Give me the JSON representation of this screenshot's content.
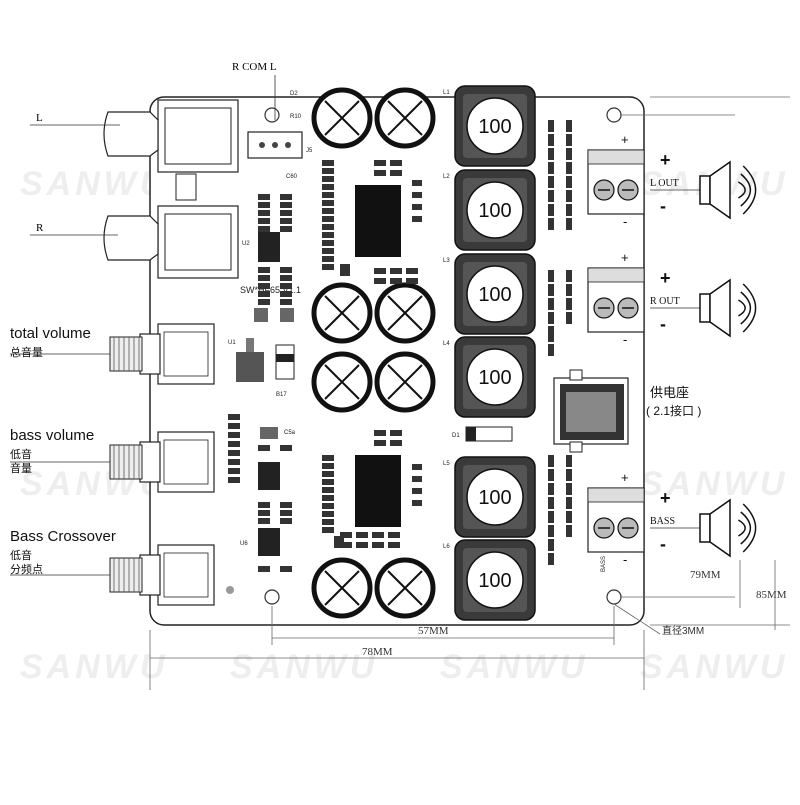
{
  "watermark": {
    "brand": "SANWU"
  },
  "board": {
    "model": "SW*HF65  V1.1",
    "connector_label": "R COM L"
  },
  "inputs": {
    "left": "L",
    "right": "R"
  },
  "knobs": [
    {
      "label": "total volume",
      "cn": "总音量"
    },
    {
      "label": "bass volume",
      "cn": "低音\n音量"
    },
    {
      "label": "Bass Crossover",
      "cn": "低音\n分频点"
    }
  ],
  "inductors": [
    {
      "ref": "L1",
      "value": "100"
    },
    {
      "ref": "L2",
      "value": "100"
    },
    {
      "ref": "L3",
      "value": "100"
    },
    {
      "ref": "L4",
      "value": "100"
    },
    {
      "ref": "L5",
      "value": "100"
    },
    {
      "ref": "L6",
      "value": "100"
    }
  ],
  "outputs": [
    {
      "label": "L OUT",
      "plus": "+",
      "minus": "-"
    },
    {
      "label": "R OUT",
      "plus": "+",
      "minus": "-"
    },
    {
      "label": "BASS",
      "plus": "+",
      "minus": "-"
    }
  ],
  "power": {
    "label": "供电座",
    "sub": "( 2.1接口 )"
  },
  "dimensions": {
    "inner_width": "57MM",
    "outer_width": "78MM",
    "height_inner": "79MM",
    "height_outer": "85MM",
    "hole": "直径3MM"
  },
  "silkscreen": {
    "d1": "D1",
    "d2": "D2",
    "u1": "U1",
    "u2": "U2",
    "u6": "U6",
    "b17": "B17",
    "bass_tag": "BASS",
    "j5": "J5",
    "c5a": "C5a",
    "r10": "R10",
    "c60": "C60"
  }
}
